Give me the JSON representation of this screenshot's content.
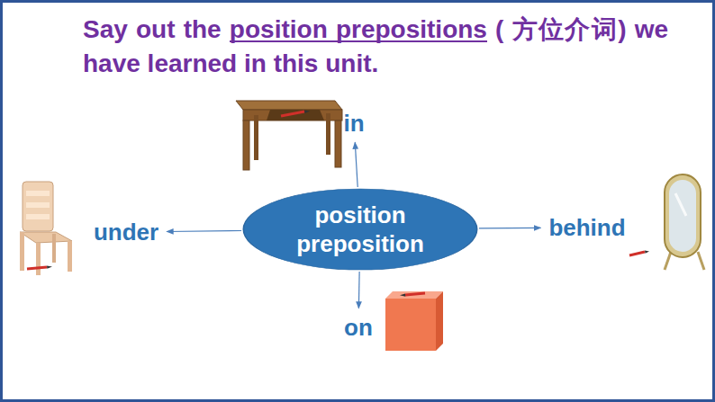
{
  "diagram": {
    "title": "Say out the position prepositions ( 方位介词) we have learned in this unit.",
    "nodes": [
      {
        "text": [
          "position preposition"
        ]
      },
      {
        "text": [
          "in"
        ]
      },
      {
        "text": [
          "under"
        ]
      },
      {
        "text": [
          "behind"
        ]
      },
      {
        "text": [
          "on"
        ]
      }
    ],
    "edges": [
      {
        "from": 0,
        "to": 1,
        "arrow": "to"
      },
      {
        "from": 0,
        "to": 2,
        "arrow": "to"
      },
      {
        "from": 0,
        "to": 3,
        "arrow": "to"
      },
      {
        "from": 0,
        "to": 4,
        "arrow": "to"
      }
    ]
  }
}
